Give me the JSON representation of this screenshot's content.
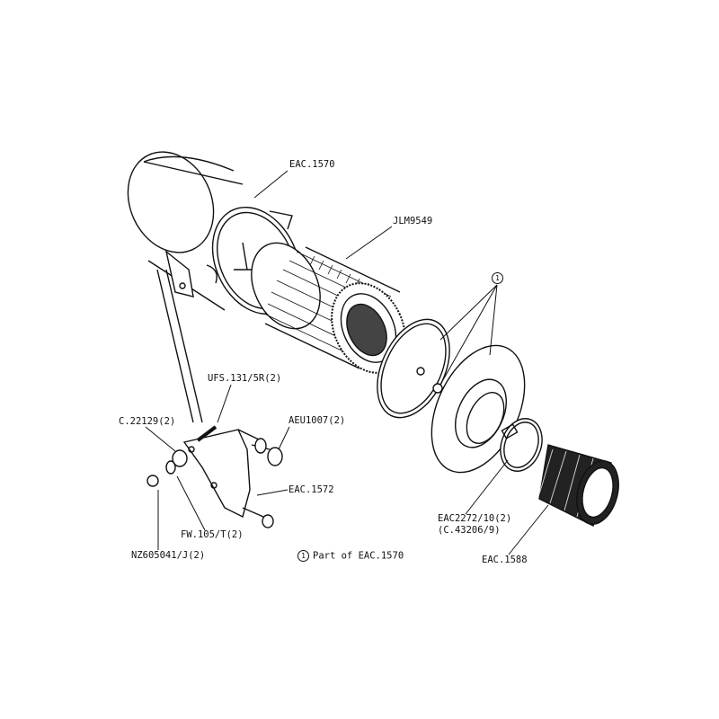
{
  "labels": {
    "housing": "EAC.1570",
    "filter_element": "JLM9549",
    "callout_number": "1",
    "bolt": "UFS.131/5R(2)",
    "spacer": "C.22129(2)",
    "grommet": "AEU1007(2)",
    "bracket": "EAC.1572",
    "washer": "FW.105/T(2)",
    "nut": "NZ605041/J(2)",
    "clip": "EAC2272/10(2)",
    "clip_alt": "(C.43206/9)",
    "hose": "EAC.1588"
  },
  "legend": {
    "number": "1",
    "text": "Part of EAC.1570"
  }
}
